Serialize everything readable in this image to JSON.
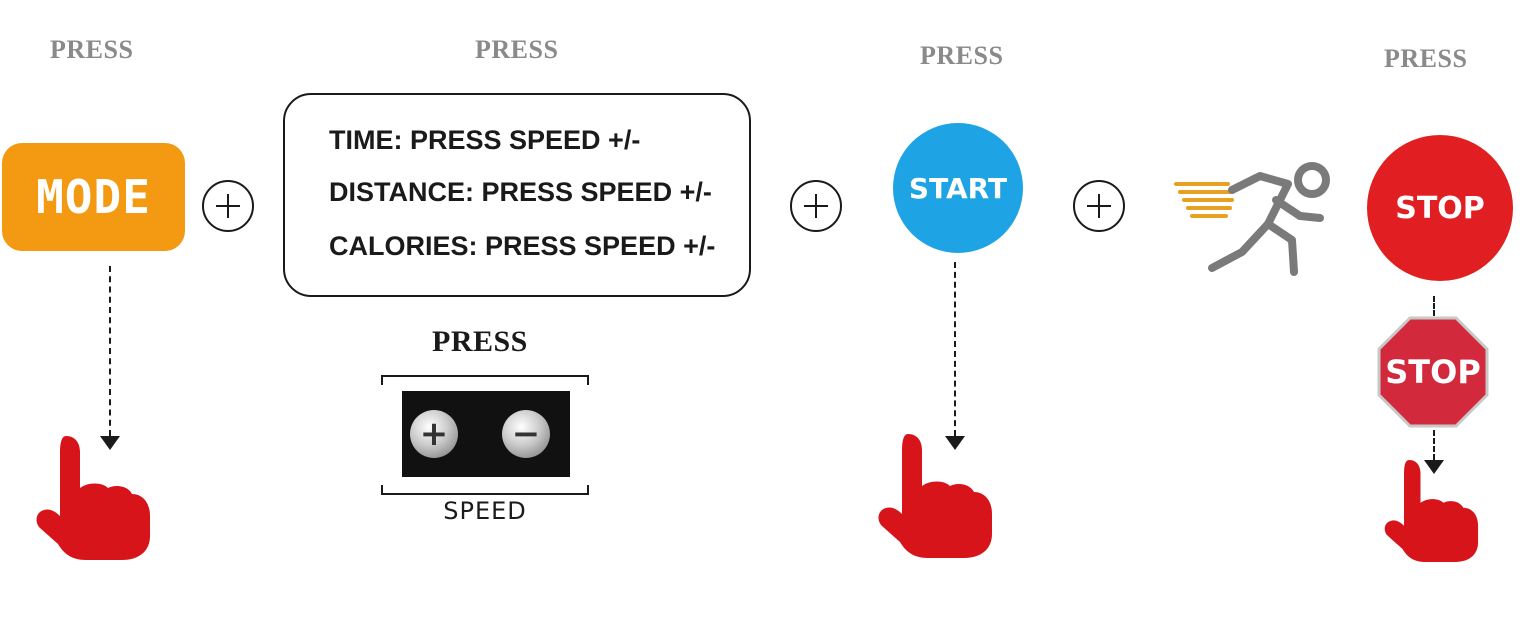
{
  "steps": {
    "mode": {
      "press": "PRESS",
      "button": "MODE"
    },
    "settings": {
      "press": "PRESS",
      "lines": [
        "TIME: PRESS SPEED +/-",
        "DISTANCE: PRESS SPEED +/-",
        "CALORIES: PRESS SPEED +/-"
      ]
    },
    "speed": {
      "press": "PRESS",
      "plus_symbol": "+",
      "minus_symbol": "−",
      "label": "SPEED"
    },
    "start": {
      "press": "PRESS",
      "button": "START"
    },
    "stop": {
      "press": "PRESS",
      "button": "STOP",
      "sign": "STOP"
    }
  },
  "icons": [
    "plus-circle-icon",
    "hand-pointer-icon",
    "running-man-icon",
    "stop-sign-icon"
  ],
  "colors": {
    "mode": "#f39a12",
    "start": "#1ea3e4",
    "stop": "#e11f22",
    "stop_sign": "#d2293d",
    "hand": "#d6141a",
    "speed_lines": "#e8a020"
  }
}
